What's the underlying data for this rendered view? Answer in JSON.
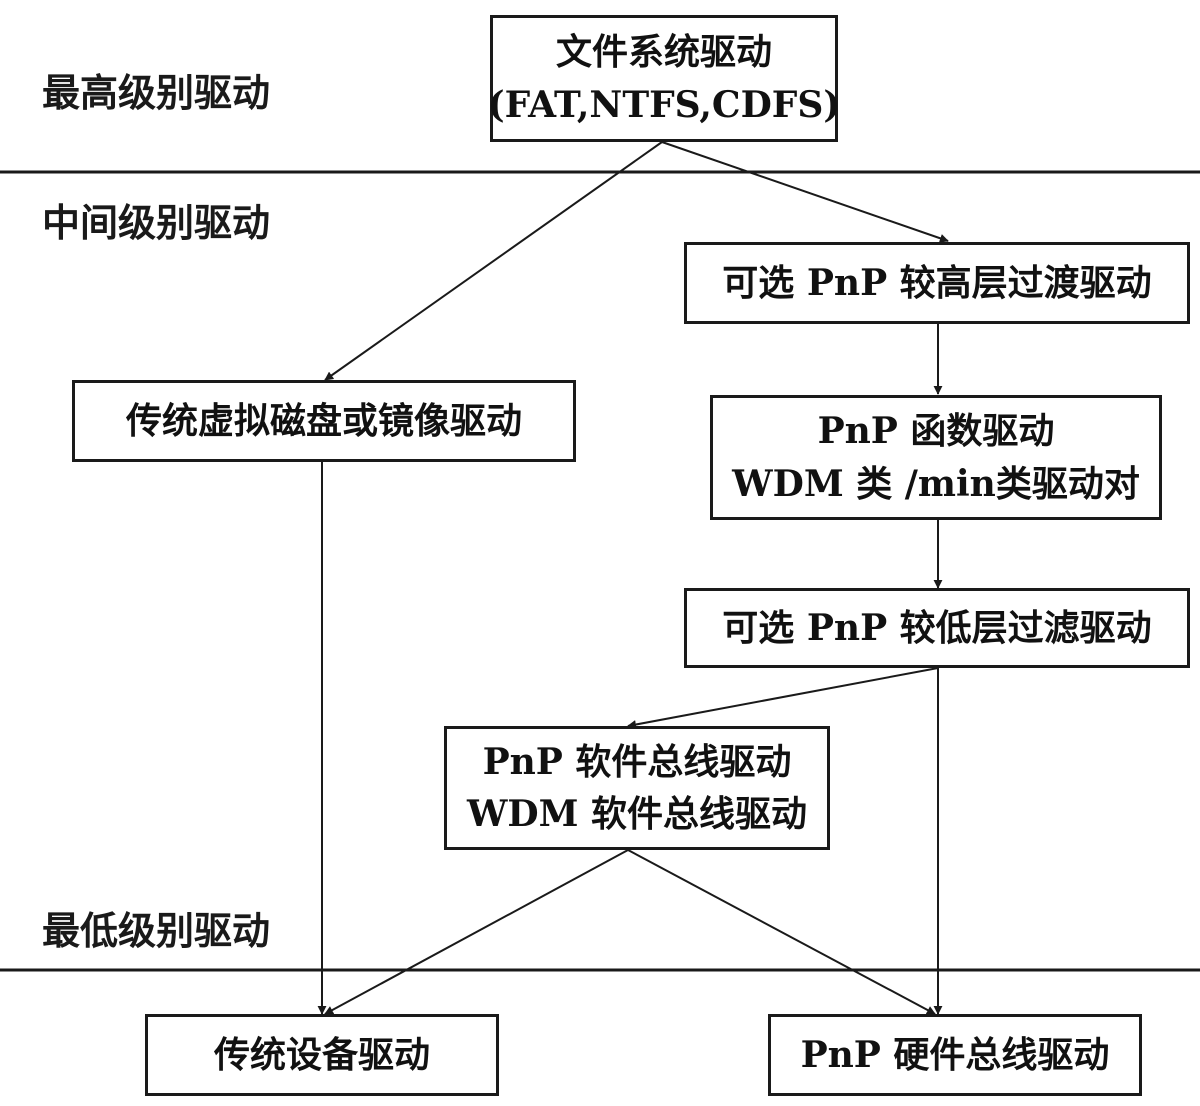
{
  "levels": {
    "highest": "最高级别驱动",
    "middle": "中间级别驱动",
    "lowest": "最低级别驱动"
  },
  "boxes": {
    "fs": {
      "line1": "文件系统驱动",
      "line2": "(FAT,NTFS,CDFS)"
    },
    "upper_filter": {
      "line1": "可选 PnP 较高层过渡驱动"
    },
    "legacy_vdisk": {
      "line1": "传统虚拟磁盘或镜像驱动"
    },
    "function": {
      "line1": "PnP 函数驱动",
      "line2": "WDM 类 /min类驱动对"
    },
    "lower_filter": {
      "line1": "可选 PnP 较低层过滤驱动"
    },
    "soft_bus": {
      "line1": "PnP 软件总线驱动",
      "line2": "WDM 软件总线驱动"
    },
    "legacy_device": {
      "line1": "传统设备驱动"
    },
    "hw_bus": {
      "line1": "PnP 硬件总线驱动"
    }
  },
  "colors": {
    "line": "#1a1a1a",
    "background": "#ffffff"
  }
}
